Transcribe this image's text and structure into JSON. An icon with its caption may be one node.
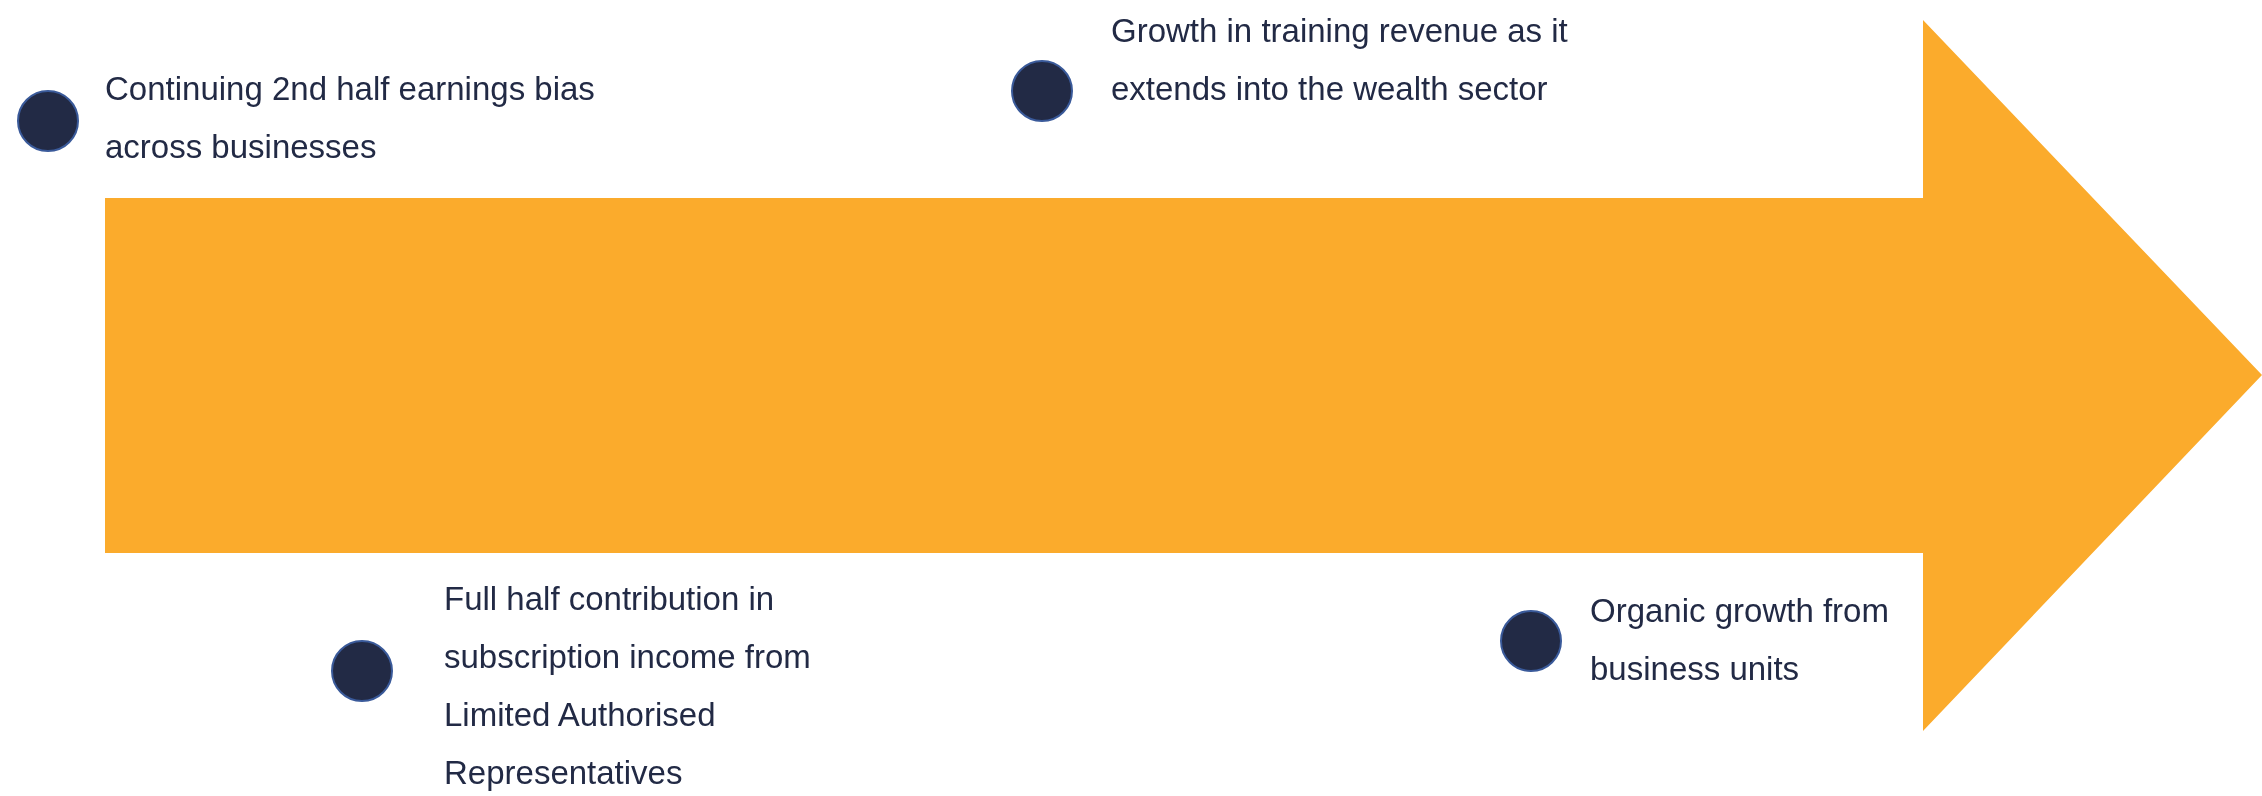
{
  "diagram": {
    "labels": [
      "Continuing 2nd half earnings bias across businesses",
      "Growth in training revenue as it extends into the wealth sector",
      "Full half contribution in subscription income from Limited Authorised Representatives",
      "Organic growth from business units"
    ]
  }
}
